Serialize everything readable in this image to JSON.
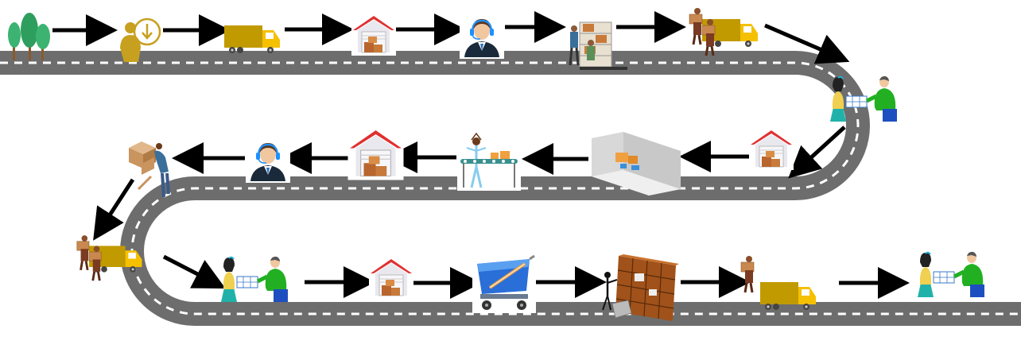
{
  "diagram": {
    "colors": {
      "road": "#6d6d6d",
      "road_dash": "#ffffff",
      "arrow": "#000000",
      "truck_body": "#c19a00",
      "truck_cab": "#f5c000",
      "warehouse_roof": "#e03030",
      "box": "#c87a3a",
      "tree": "#3cb371",
      "shirt_green": "#22b022",
      "headset_blue": "#1e90ff"
    },
    "rows": [
      {
        "row": 1,
        "direction": "left-to-right",
        "steps": [
          "trees-icon",
          "supplier-icon",
          "truck-icon",
          "warehouse-icon",
          "call-center-icon",
          "loading-icon",
          "delivery-truck-icon",
          "handover-icon"
        ]
      },
      {
        "row": 2,
        "direction": "right-to-left",
        "steps": [
          "warehouse-icon",
          "storage-room-icon",
          "conveyor-worker-icon",
          "warehouse-icon",
          "call-center-icon",
          "porter-icon"
        ]
      },
      {
        "row": 3,
        "direction": "left-to-right",
        "steps": [
          "delivery-truck-icon",
          "handover-icon",
          "warehouse-icon",
          "shopping-cart-icon",
          "shelves-icon",
          "delivery-truck-icon",
          "handover-icon"
        ]
      }
    ]
  }
}
